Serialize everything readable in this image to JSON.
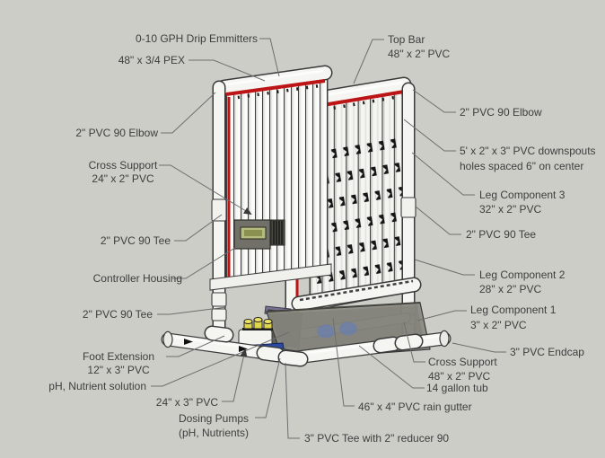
{
  "diagram_title": "Vertical hydroponic PVC tower exploded-view diagram",
  "colors": {
    "background": "#cccdc7",
    "label_text": "#3e3e3e",
    "leader_line": "#6e6e6e",
    "pipe_fill": "#f5f5f2",
    "pipe_outline": "#3a3a3a",
    "pex_red": "#bd1515",
    "hole_black": "#151515",
    "controller_body": "#71716a",
    "controller_screen": "#b5ba7e",
    "tub_gray": "#8a8a82",
    "bin_gray": "#60605a",
    "tray_blue": "#2c4aa2",
    "cap_yellow": "#e0d64b"
  },
  "labels": [
    {
      "id": "drip-emitters",
      "lines": [
        "0-10 GPH Drip Emmitters"
      ]
    },
    {
      "id": "pex",
      "lines": [
        "48\" x 3/4 PEX"
      ]
    },
    {
      "id": "elbow-left",
      "lines": [
        "2\" PVC 90 Elbow"
      ]
    },
    {
      "id": "cross-support-24",
      "lines": [
        "Cross Support",
        "24\" x 2\" PVC"
      ]
    },
    {
      "id": "tee-left",
      "lines": [
        "2\" PVC 90 Tee"
      ]
    },
    {
      "id": "controller-housing",
      "lines": [
        "Controller Housing"
      ]
    },
    {
      "id": "tee-bottom-left",
      "lines": [
        "2\" PVC 90 Tee"
      ]
    },
    {
      "id": "foot-extension",
      "lines": [
        "Foot Extension",
        "12\" x 3\" PVC"
      ]
    },
    {
      "id": "ph-nutrient-solution",
      "lines": [
        "pH, Nutrient solution"
      ]
    },
    {
      "id": "pvc-24x3",
      "lines": [
        "24\" x 3\" PVC"
      ]
    },
    {
      "id": "dosing-pumps",
      "lines": [
        "Dosing Pumps",
        "(pH, Nutrients)"
      ]
    },
    {
      "id": "tee-reducer",
      "lines": [
        "3\" PVC Tee with 2\" reducer 90"
      ]
    },
    {
      "id": "top-bar",
      "lines": [
        "Top Bar",
        "48\" x 2\" PVC"
      ]
    },
    {
      "id": "elbow-right",
      "lines": [
        "2\" PVC 90 Elbow"
      ]
    },
    {
      "id": "downspouts",
      "lines": [
        "5' x 2\" x 3\" PVC downspouts",
        "holes spaced 6\" on center"
      ]
    },
    {
      "id": "leg-component-3",
      "lines": [
        "Leg Component 3",
        "32\" x 2\" PVC"
      ]
    },
    {
      "id": "tee-right",
      "lines": [
        "2\" PVC 90 Tee"
      ]
    },
    {
      "id": "leg-component-2",
      "lines": [
        "Leg Component 2",
        "28\" x 2\" PVC"
      ]
    },
    {
      "id": "leg-component-1",
      "lines": [
        "Leg Component 1",
        "3\" x 2\" PVC"
      ]
    },
    {
      "id": "endcap",
      "lines": [
        "3\" PVC Endcap"
      ]
    },
    {
      "id": "cross-support-48",
      "lines": [
        "Cross Support",
        "48\" x 2\" PVC"
      ]
    },
    {
      "id": "tub",
      "lines": [
        "14 gallon tub"
      ]
    },
    {
      "id": "rain-gutter",
      "lines": [
        "46\" x 4\" PVC rain gutter"
      ]
    }
  ]
}
